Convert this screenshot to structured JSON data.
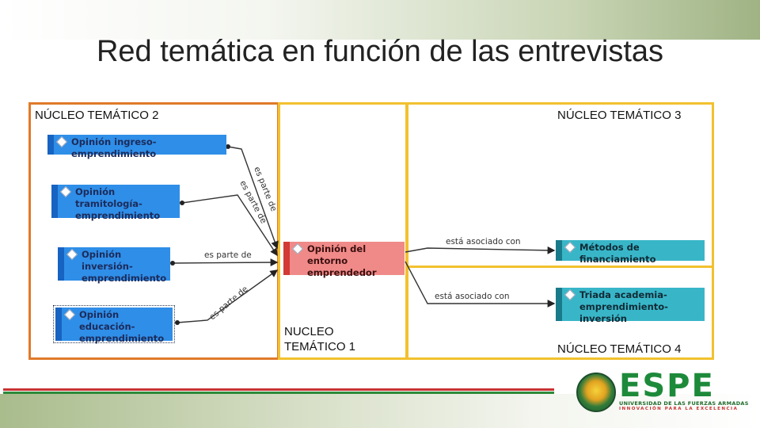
{
  "slide": {
    "title": "Red temática en función de las entrevistas"
  },
  "nucleos": {
    "n2": "NÚCLEO TEMÁTICO 2",
    "n3": "NÚCLEO TEMÁTICO 3",
    "n1": "NUCLEO TEMÁTICO 1",
    "n4": "NÚCLEO TEMÁTICO 4"
  },
  "nodes": {
    "ingreso": "Opinión ingreso-emprendimiento",
    "tramitologia": "Opinión tramitología-emprendimiento",
    "inversion": "Opinión inversión-emprendimiento",
    "educacion": "Opinión educación-emprendimiento",
    "entorno": "Opinión del entorno emprendedor",
    "financiamiento": "Métodos de financiamiento",
    "triada": "Triada academia-emprendimiento-inversión"
  },
  "edges": {
    "parte_de_1": "es parte de",
    "parte_de_2": "es parte de",
    "parte_de_3": "es parte de",
    "parte_de_4": "es parte de",
    "asociado_1": "está asociado con",
    "asociado_2": "está asociado con"
  },
  "colors": {
    "nucleo2_frame": "#e07a2a",
    "nucleo_frame": "#f2c12e",
    "node_blue": "#2f8ee8",
    "node_red": "#f08a88",
    "node_teal": "#38b6c8",
    "brand_green": "#1d8a3a",
    "brand_red": "#c83232"
  },
  "logo": {
    "wordmark": "ESPE",
    "university": "UNIVERSIDAD DE LAS FUERZAS ARMADAS",
    "tagline": "INNOVACIÓN PARA LA EXCELENCIA"
  }
}
